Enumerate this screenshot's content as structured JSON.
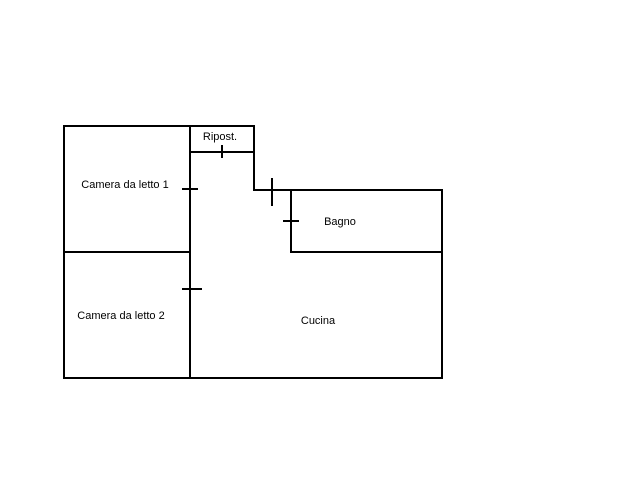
{
  "rooms": {
    "bedroom_1": "Camera da letto 1",
    "bedroom_2": "Camera da letto 2",
    "storage": "Ripost.",
    "bathroom": "Bagno",
    "kitchen": "Cucina"
  },
  "colors": {
    "background": "#ffffff",
    "lines": "#000000"
  }
}
